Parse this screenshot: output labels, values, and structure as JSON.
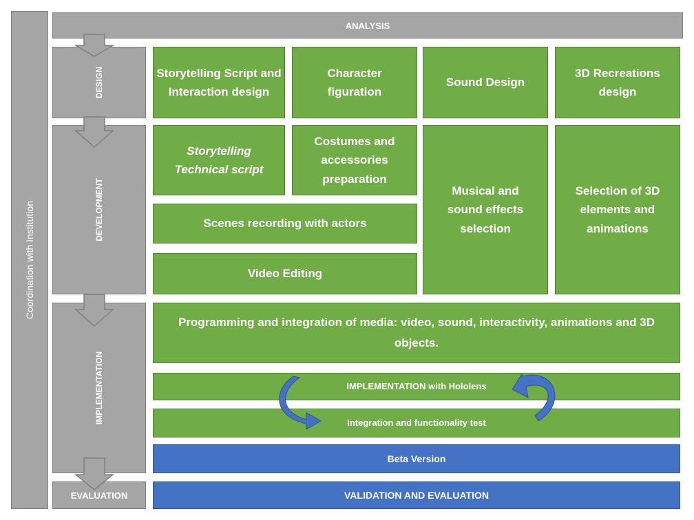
{
  "colors": {
    "phase_grey": "#a5a5a5",
    "task_green": "#70ad47",
    "result_blue": "#4472c4",
    "arrow_blue": "#4472c4"
  },
  "coordination": "Coordination with Institution",
  "phases": {
    "analysis": "ANALYSIS",
    "design": "DESIGN",
    "development": "DEVELOPMENT",
    "implementation": "IMPLEMENTATION",
    "evaluation": "EVALUATION"
  },
  "design_tasks": {
    "storytelling_script": "Storytelling Script and Interaction design",
    "character": "Character figuration",
    "sound_design": "Sound Design",
    "recreations_3d": "3D Recreations design"
  },
  "development_tasks": {
    "technical_script": "Storytelling Technical script",
    "costumes": "Costumes and accessories preparation",
    "musical": "Musical and sound effects selection",
    "selection_3d": "Selection of 3D elements and animations",
    "scenes": "Scenes recording with actors",
    "video": "Video Editing"
  },
  "implementation_tasks": {
    "programming": "Programming and integration of media: video, sound, interactivity, animations and 3D objects.",
    "hololens": "IMPLEMENTATION with Hololens",
    "integration": "Integration and functionality test"
  },
  "results": {
    "beta": "Beta Version",
    "validation": "VALIDATION AND EVALUATION"
  }
}
